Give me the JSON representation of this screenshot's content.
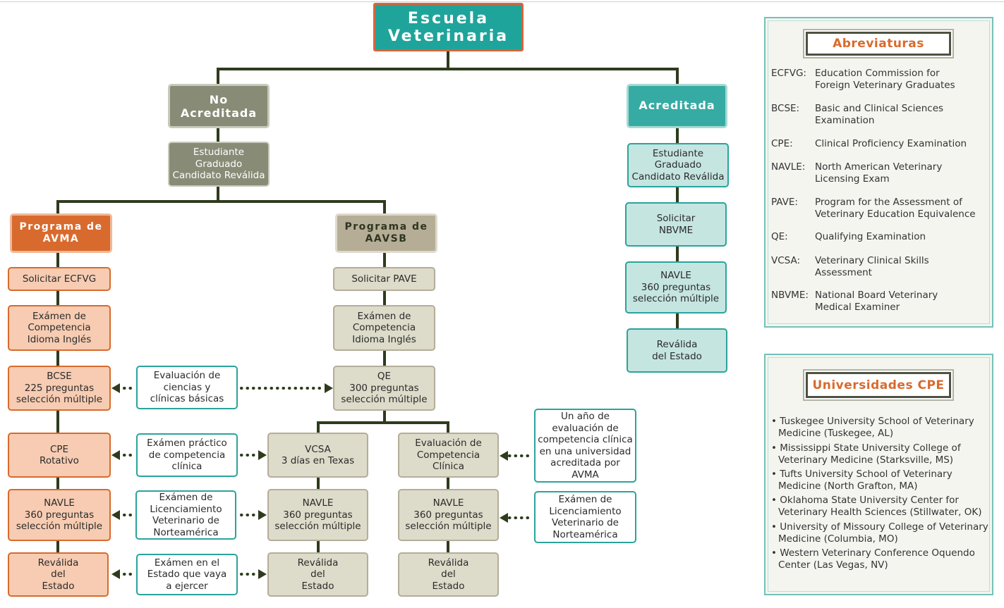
{
  "title": "Escuela\nVeterinaria",
  "no_acreditada": "No\nAcreditada",
  "acreditada": "Acreditada",
  "estudiante": "Estudiante\nGraduado\nCandidato Reválida",
  "avma": {
    "header": "Programa de\nAVMA",
    "steps": [
      "Solicitar ECFVG",
      "Exámen de\nCompetencia\nIdioma Inglés",
      "BCSE\n225 preguntas\nselección múltiple",
      "CPE\nRotativo",
      "NAVLE\n360 preguntas\nselección múltiple",
      "Reválida\ndel\nEstado"
    ]
  },
  "aavsb": {
    "header": "Programa de\nAAVSB",
    "steps": [
      "Solicitar PAVE",
      "Exámen de\nCompetencia\nIdioma Inglés",
      "QE\n300 preguntas\nselección múltiple"
    ],
    "left": [
      "VCSA\n3 días en Texas",
      "NAVLE\n360 preguntas\nselección múltiple",
      "Reválida\ndel\nEstado"
    ],
    "right": [
      "Evaluación de\nCompetencia\nClínica",
      "NAVLE\n360 preguntas\nselección múltiple",
      "Reválida\ndel\nEstado"
    ]
  },
  "acred_steps": [
    "Solicitar\nNBVME",
    "NAVLE\n360 preguntas\nselección múltiple",
    "Reválida\ndel Estado"
  ],
  "notes": {
    "ciencias": "Evaluación de\nciencias y\nclínicas básicas",
    "practico": "Exámen práctico\nde competencia\nclínica",
    "licenciamiento": "Exámen de\nLicenciamiento\nVeterinario de\nNorteamérica",
    "estado": "Exámen en el\nEstado que vaya\na ejercer",
    "anio": "Un año de\nevaluación de\ncompetencia clínica\nen una universidad\nacreditada por\nAVMA",
    "licenciamiento2": "Exámen de\nLicenciamiento\nVeterinario de\nNorteamérica"
  },
  "abreviaturas": {
    "title": "Abreviaturas",
    "items": [
      {
        "k": "ECFVG:",
        "v": "Education Commission for\nForeign Veterinary Graduates"
      },
      {
        "k": "BCSE:",
        "v": "Basic and Clinical Sciences\nExamination"
      },
      {
        "k": "CPE:",
        "v": "Clinical Proficiency Examination"
      },
      {
        "k": "NAVLE:",
        "v": "North American Veterinary\nLicensing Exam"
      },
      {
        "k": "PAVE:",
        "v": "Program for the Assessment of\nVeterinary Education Equivalence"
      },
      {
        "k": "QE:",
        "v": "Qualifying Examination"
      },
      {
        "k": "VCSA:",
        "v": "Veterinary Clinical Skills\nAssessment"
      },
      {
        "k": "NBVME:",
        "v": "National Board Veterinary\nMedical Examiner"
      }
    ]
  },
  "universidades": {
    "title": "Universidades CPE",
    "items": [
      "Tuskegee University School of Veterinary Medicine (Tuskegee, AL)",
      "Mississippi State University College of Veterinary Medicine (Starksville, MS)",
      "Tufts University School of Veterinary Medicine (North Grafton, MA)",
      "Oklahoma State University Center for Veterinary Health Sciences (Stillwater, OK)",
      "University of Missoury College of Veterinary Medicine (Columbia, MO)",
      "Western Veterinary Conference Oquendo Center (Las Vegas, NV)"
    ]
  },
  "colors": {
    "line": "#2e3b1d",
    "teal": "#1fa49b",
    "orange": "#d96a2d"
  }
}
